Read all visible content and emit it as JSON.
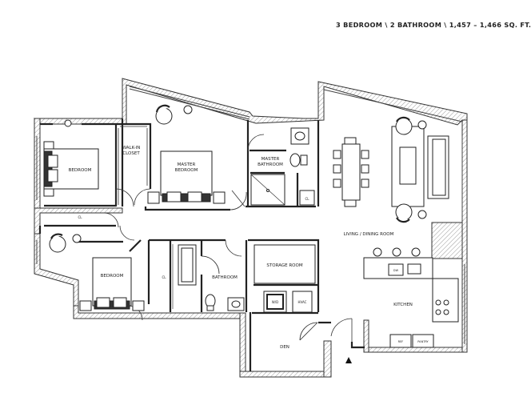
{
  "header": {
    "title": "3 BEDROOM  \\  2 BATHROOM  \\  1,457 – 1,466 SQ. FT."
  },
  "rooms": {
    "bedroom_1": "BEDROOM",
    "walk_in_line1": "WALK-IN",
    "walk_in_line2": "CLOSET",
    "master_bedroom_line1": "MASTER",
    "master_bedroom_line2": "BEDROOM",
    "master_bath_line1": "MASTER",
    "master_bath_line2": "BATHROOM",
    "cl_master_bath": "CL",
    "living_dining": "LIVING / DINING ROOM",
    "cl_hall": "CL",
    "bedroom_2": "BEDROOM",
    "cl_bedroom_2": "CL",
    "bathroom": "BATHROOM",
    "storage": "STORAGE ROOM",
    "wd": "W/D",
    "hvac": "HVAC",
    "kitchen": "KITCHEN",
    "dw": "DW",
    "ref": "REF",
    "pantry": "PANTRY",
    "den": "DEN"
  }
}
